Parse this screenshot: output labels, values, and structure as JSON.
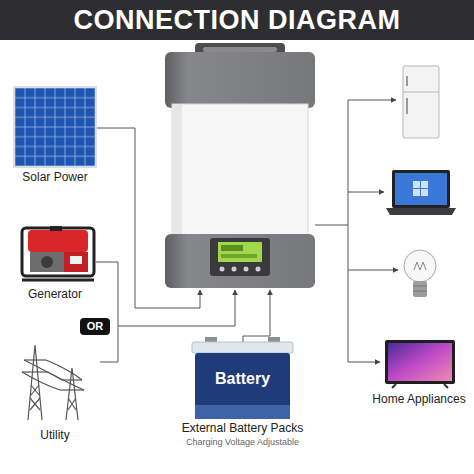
{
  "diagram": {
    "title": "CONNECTION DIAGRAM",
    "nodes": [
      {
        "text": [
          "Solar Power"
        ]
      },
      {
        "text": [
          "Generator"
        ]
      },
      {
        "text": [
          "OR"
        ]
      },
      {
        "text": [
          "Utility"
        ]
      },
      {
        "text": [
          "Battery",
          "External Battery Packs",
          "Charging Voltage Adjustable"
        ]
      },
      {
        "text": [
          "Home Appliances"
        ]
      }
    ]
  }
}
